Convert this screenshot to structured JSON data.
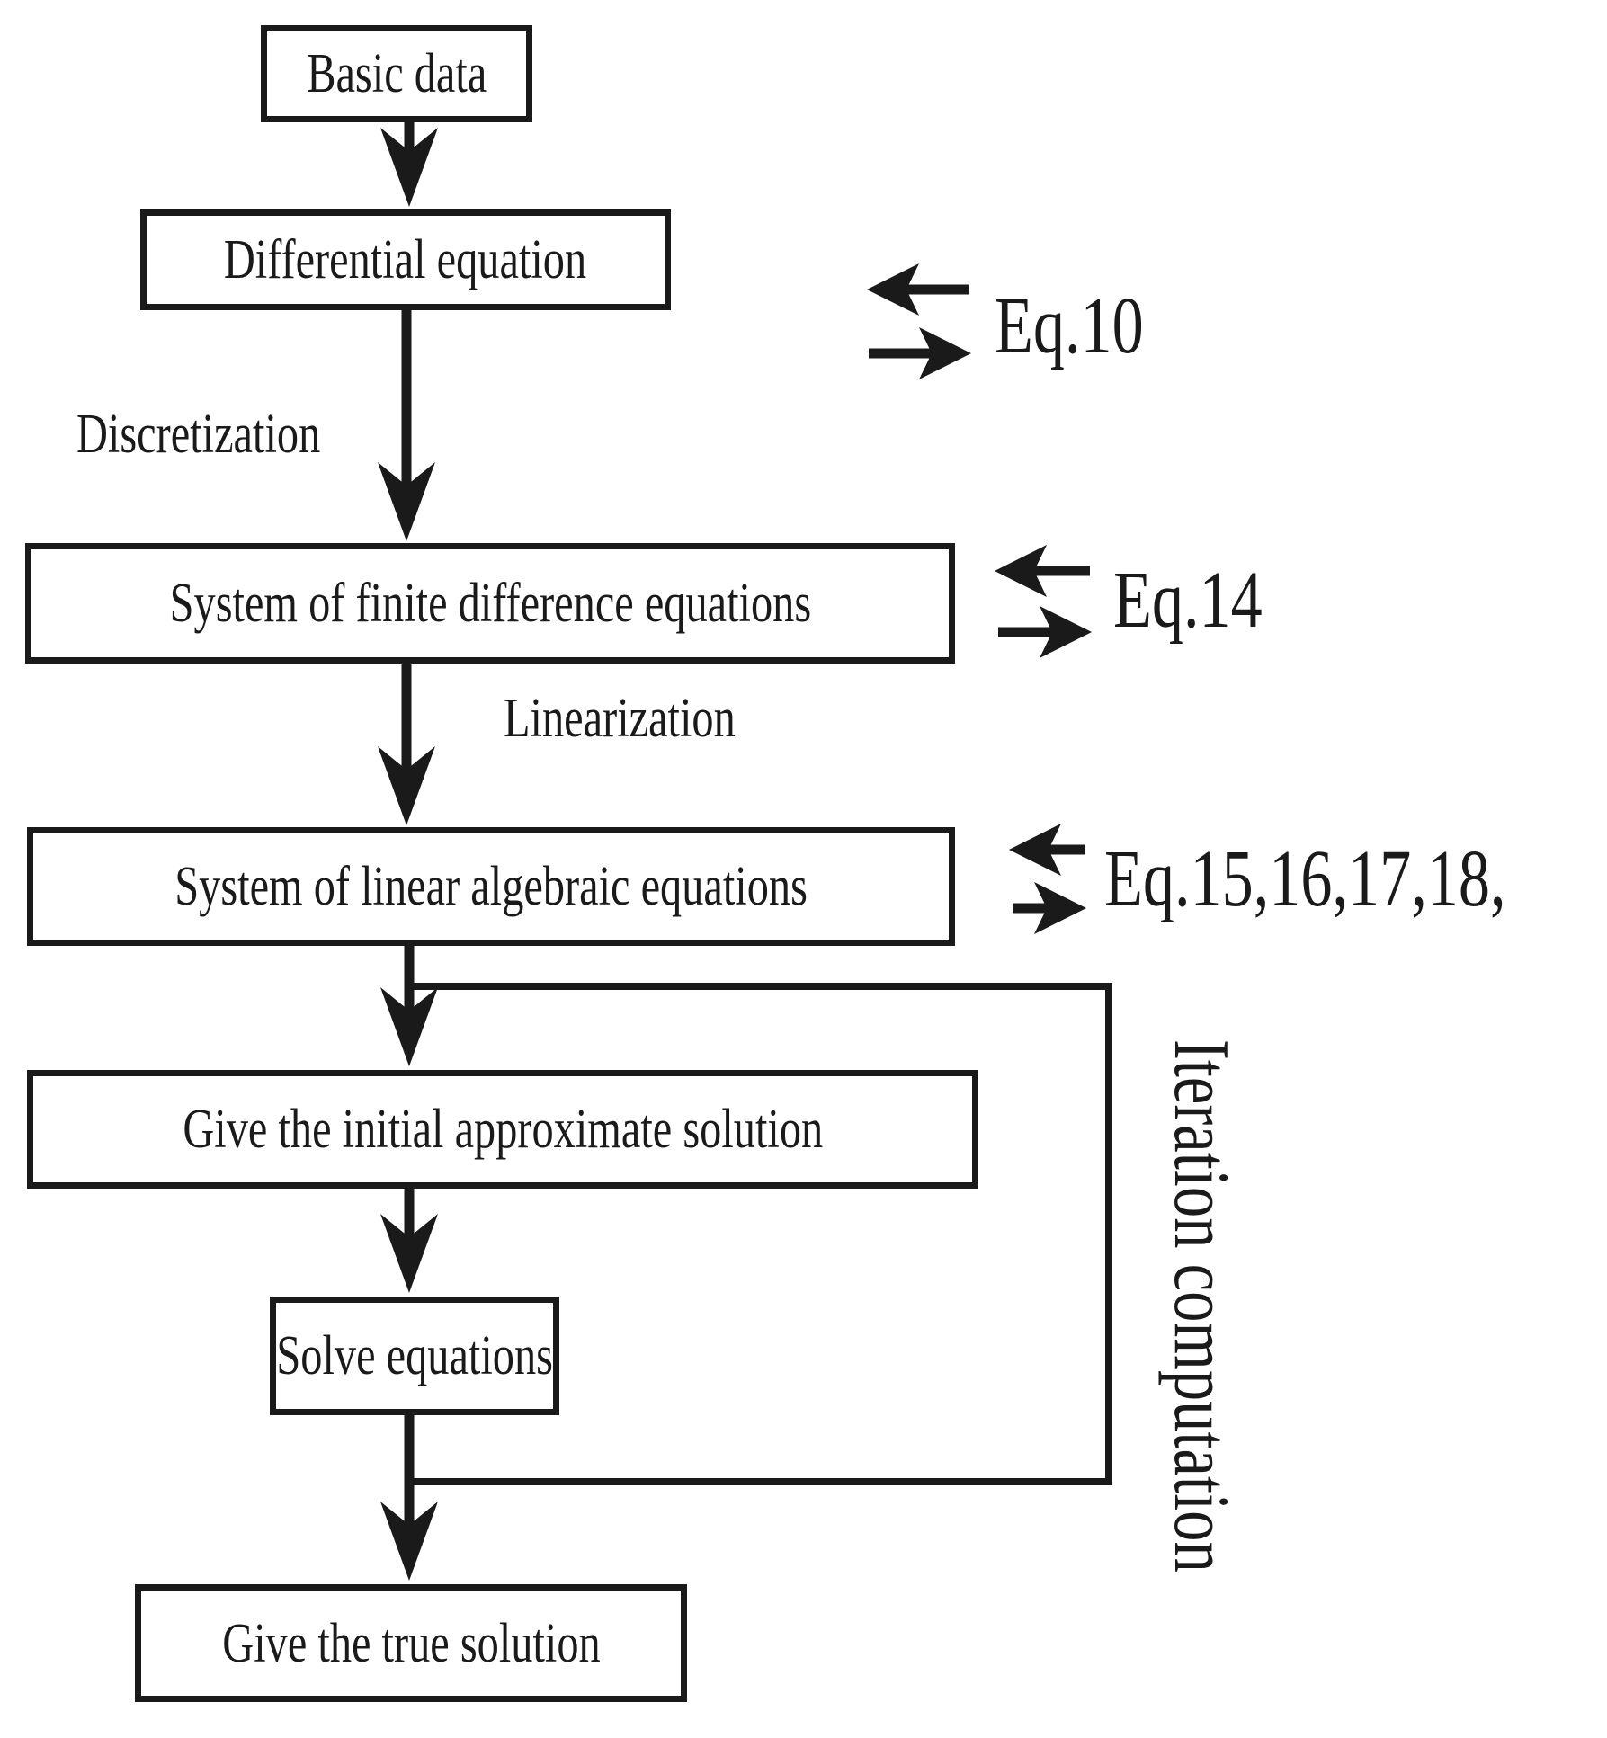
{
  "colors": {
    "ink": "#1a1a1a",
    "background": "#ffffff"
  },
  "nodes": [
    {
      "id": "basic-data",
      "label": "Basic data"
    },
    {
      "id": "differential-equation",
      "label": "Differential equation"
    },
    {
      "id": "finite-difference-system",
      "label": "System of finite difference equations"
    },
    {
      "id": "linear-algebraic-system",
      "label": "System of linear algebraic equations"
    },
    {
      "id": "initial-approximate-solution",
      "label": "Give the initial approximate solution"
    },
    {
      "id": "solve-equations",
      "label": "Solve equations"
    },
    {
      "id": "true-solution",
      "label": "Give the true solution"
    }
  ],
  "edge_labels": {
    "discretization": "Discretization",
    "linearization": "Linearization",
    "iteration": "Iteration computation"
  },
  "equation_refs": [
    {
      "target": "differential-equation",
      "label": "Eq.10"
    },
    {
      "target": "finite-difference-system",
      "label": "Eq.14"
    },
    {
      "target": "linear-algebraic-system",
      "label": "Eq.15,16,17,18,"
    }
  ]
}
